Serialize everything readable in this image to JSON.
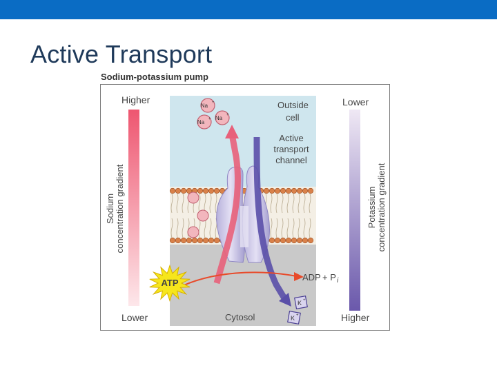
{
  "slide": {
    "title": "Active Transport"
  },
  "figure": {
    "caption": "Sodium-potassium pump",
    "sodium_scale": {
      "top": "Higher",
      "bottom": "Lower",
      "label_line1": "Sodium",
      "label_line2": "concentration gradient"
    },
    "potassium_scale": {
      "top": "Lower",
      "bottom": "Higher",
      "label_line1": "Potassium",
      "label_line2": "concentration gradient"
    },
    "outside_label_line1": "Outside",
    "outside_label_line2": "cell",
    "channel_label_line1": "Active",
    "channel_label_line2": "transport",
    "channel_label_line3": "channel",
    "cytosol_label": "Cytosol",
    "atp_label": "ATP",
    "products_label": "ADP",
    "products_plus": "+ P",
    "products_sub": "i",
    "na_ion": "Na",
    "k_ion": "K",
    "ion_charge": "+",
    "colors": {
      "outside": "#cfe6ee",
      "cytosol": "#c9c9c9",
      "membrane_head": "#d9814a",
      "sodium_arrow": "#e8607a",
      "potassium_arrow": "#5a4fa8",
      "atp_star": "#f6e61c"
    }
  }
}
